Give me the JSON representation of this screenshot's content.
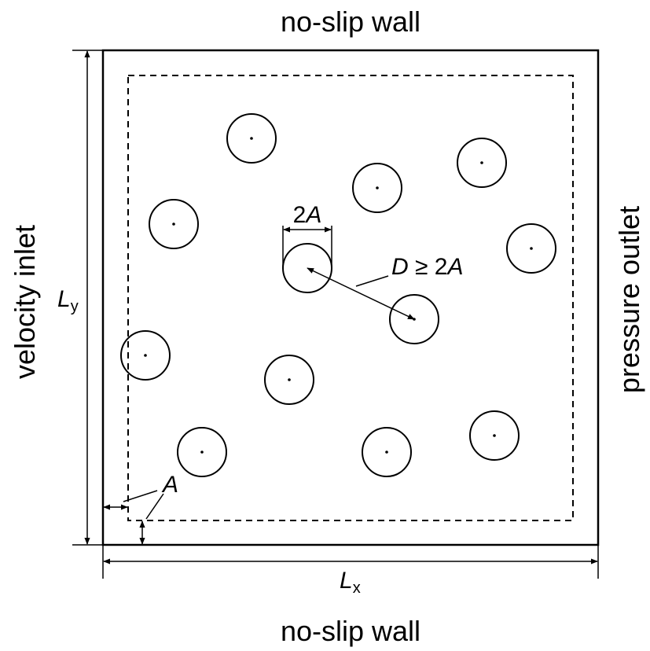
{
  "labels": {
    "top": "no-slip wall",
    "bottom": "no-slip wall",
    "left": "velocity inlet",
    "right": "pressure outlet",
    "ly_main": "L",
    "ly_sub": "y",
    "lx_main": "L",
    "lx_sub": "x",
    "two_a_num": "2",
    "two_a_var": "A",
    "d_var": "D",
    "d_rest": " ≥ 2",
    "d_var2": "A",
    "margin_a": "A"
  },
  "colors": {
    "stroke": "#000000",
    "background": "#ffffff"
  }
}
